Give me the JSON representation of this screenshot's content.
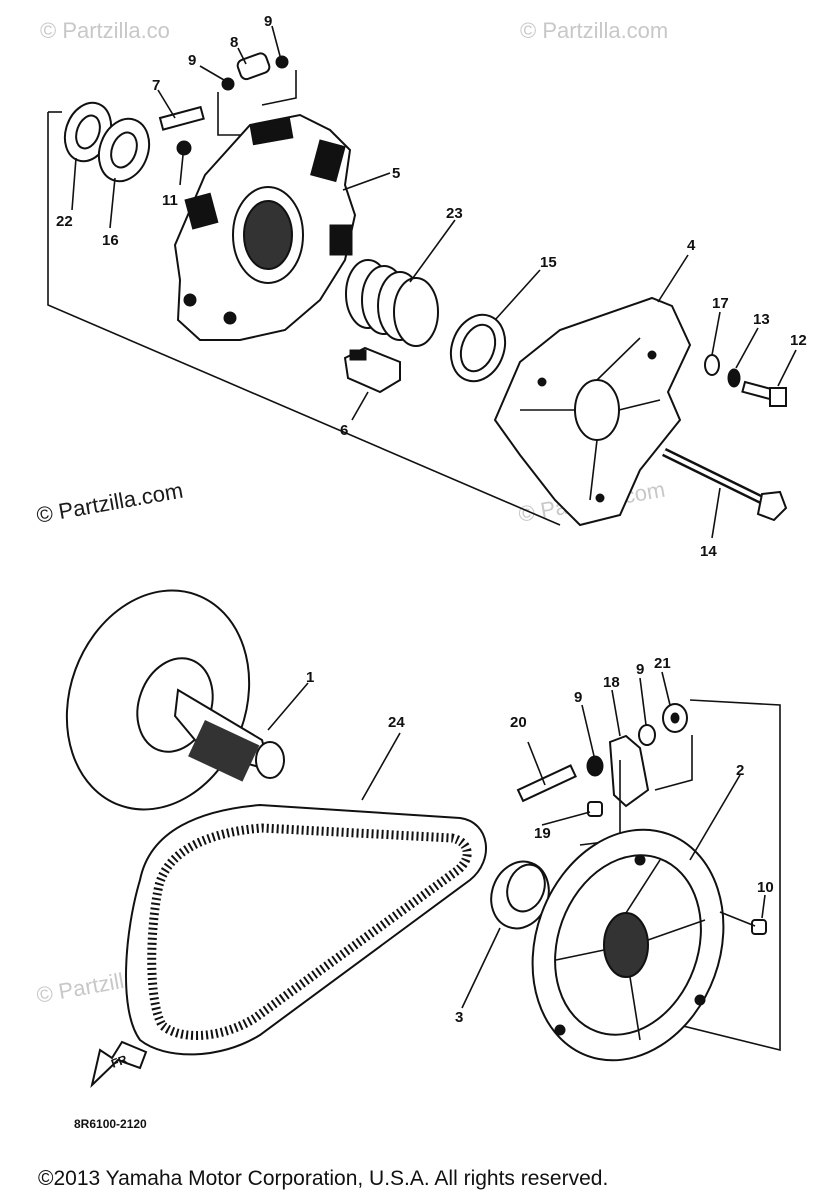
{
  "watermarks": {
    "top_left": "© Partzilla.co",
    "top_right": "© Partzilla.com",
    "middle_left": "© Partzilla.com",
    "middle_right": "© Partzilla.com",
    "bottom_left": "© Partzilla.com"
  },
  "callouts": {
    "c1": "1",
    "c2": "2",
    "c3": "3",
    "c4": "4",
    "c5": "5",
    "c6": "6",
    "c7": "7",
    "c8": "8",
    "c9a": "9",
    "c9b": "9",
    "c9c": "9",
    "c9d": "9",
    "c10": "10",
    "c11": "11",
    "c12": "12",
    "c13": "13",
    "c14": "14",
    "c15": "15",
    "c16": "16",
    "c17": "17",
    "c18": "18",
    "c19": "19",
    "c20": "20",
    "c21": "21",
    "c22": "22",
    "c23": "23",
    "c24": "24"
  },
  "front_arrow_label": "FR",
  "diagram_code": "8R6100-2120",
  "copyright": "©2013  Yamaha Motor Corporation, U.S.A. All rights reserved."
}
